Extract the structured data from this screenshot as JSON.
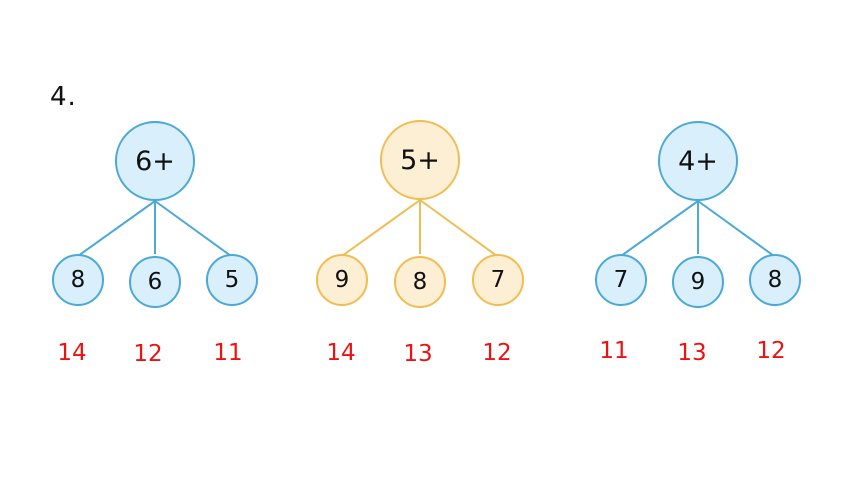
{
  "question_number": "4.",
  "trees": [
    {
      "top": "6+",
      "children": [
        "8",
        "6",
        "5"
      ],
      "answers": [
        "14",
        "12",
        "11"
      ],
      "color": "#4aa9d6",
      "fill": "#d9effc"
    },
    {
      "top": "5+",
      "children": [
        "9",
        "8",
        "7"
      ],
      "answers": [
        "14",
        "13",
        "12"
      ],
      "color": "#f0bd52",
      "fill": "#fdefd3"
    },
    {
      "top": "4+",
      "children": [
        "7",
        "9",
        "8"
      ],
      "answers": [
        "11",
        "13",
        "12"
      ],
      "color": "#4aa9d6",
      "fill": "#d9effc"
    }
  ],
  "answer_color": "#ee1111"
}
